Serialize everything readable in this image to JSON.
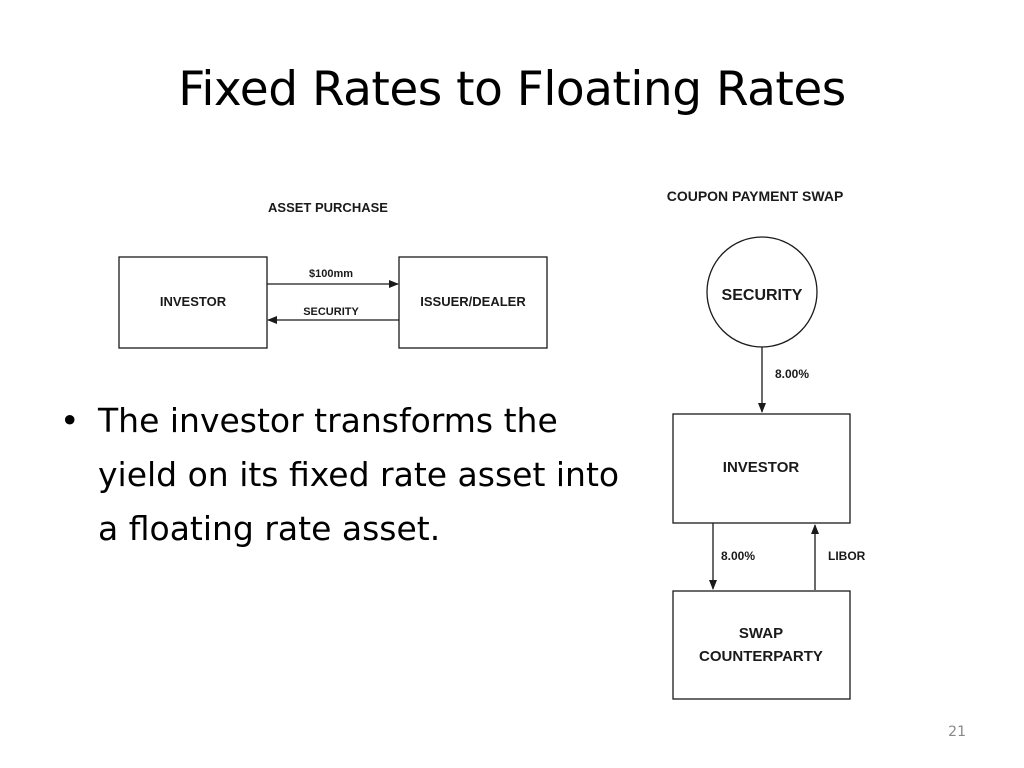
{
  "slide": {
    "title": "Fixed Rates to Floating Rates",
    "bullet": "The investor transforms the yield on its fixed rate asset into a floating rate asset.",
    "page_number": "21"
  },
  "asset_purchase": {
    "heading": "ASSET PURCHASE",
    "left_box": "INVESTOR",
    "right_box": "ISSUER/DEALER",
    "arrow_right_label": "$100mm",
    "arrow_left_label": "SECURITY"
  },
  "coupon_swap": {
    "heading": "COUPON PAYMENT SWAP",
    "circle": "SECURITY",
    "security_to_investor": "8.00%",
    "investor_box": "INVESTOR",
    "investor_to_counterparty": "8.00%",
    "counterparty_to_investor": "LIBOR",
    "counterparty_line1": "SWAP",
    "counterparty_line2": "COUNTERPARTY"
  }
}
